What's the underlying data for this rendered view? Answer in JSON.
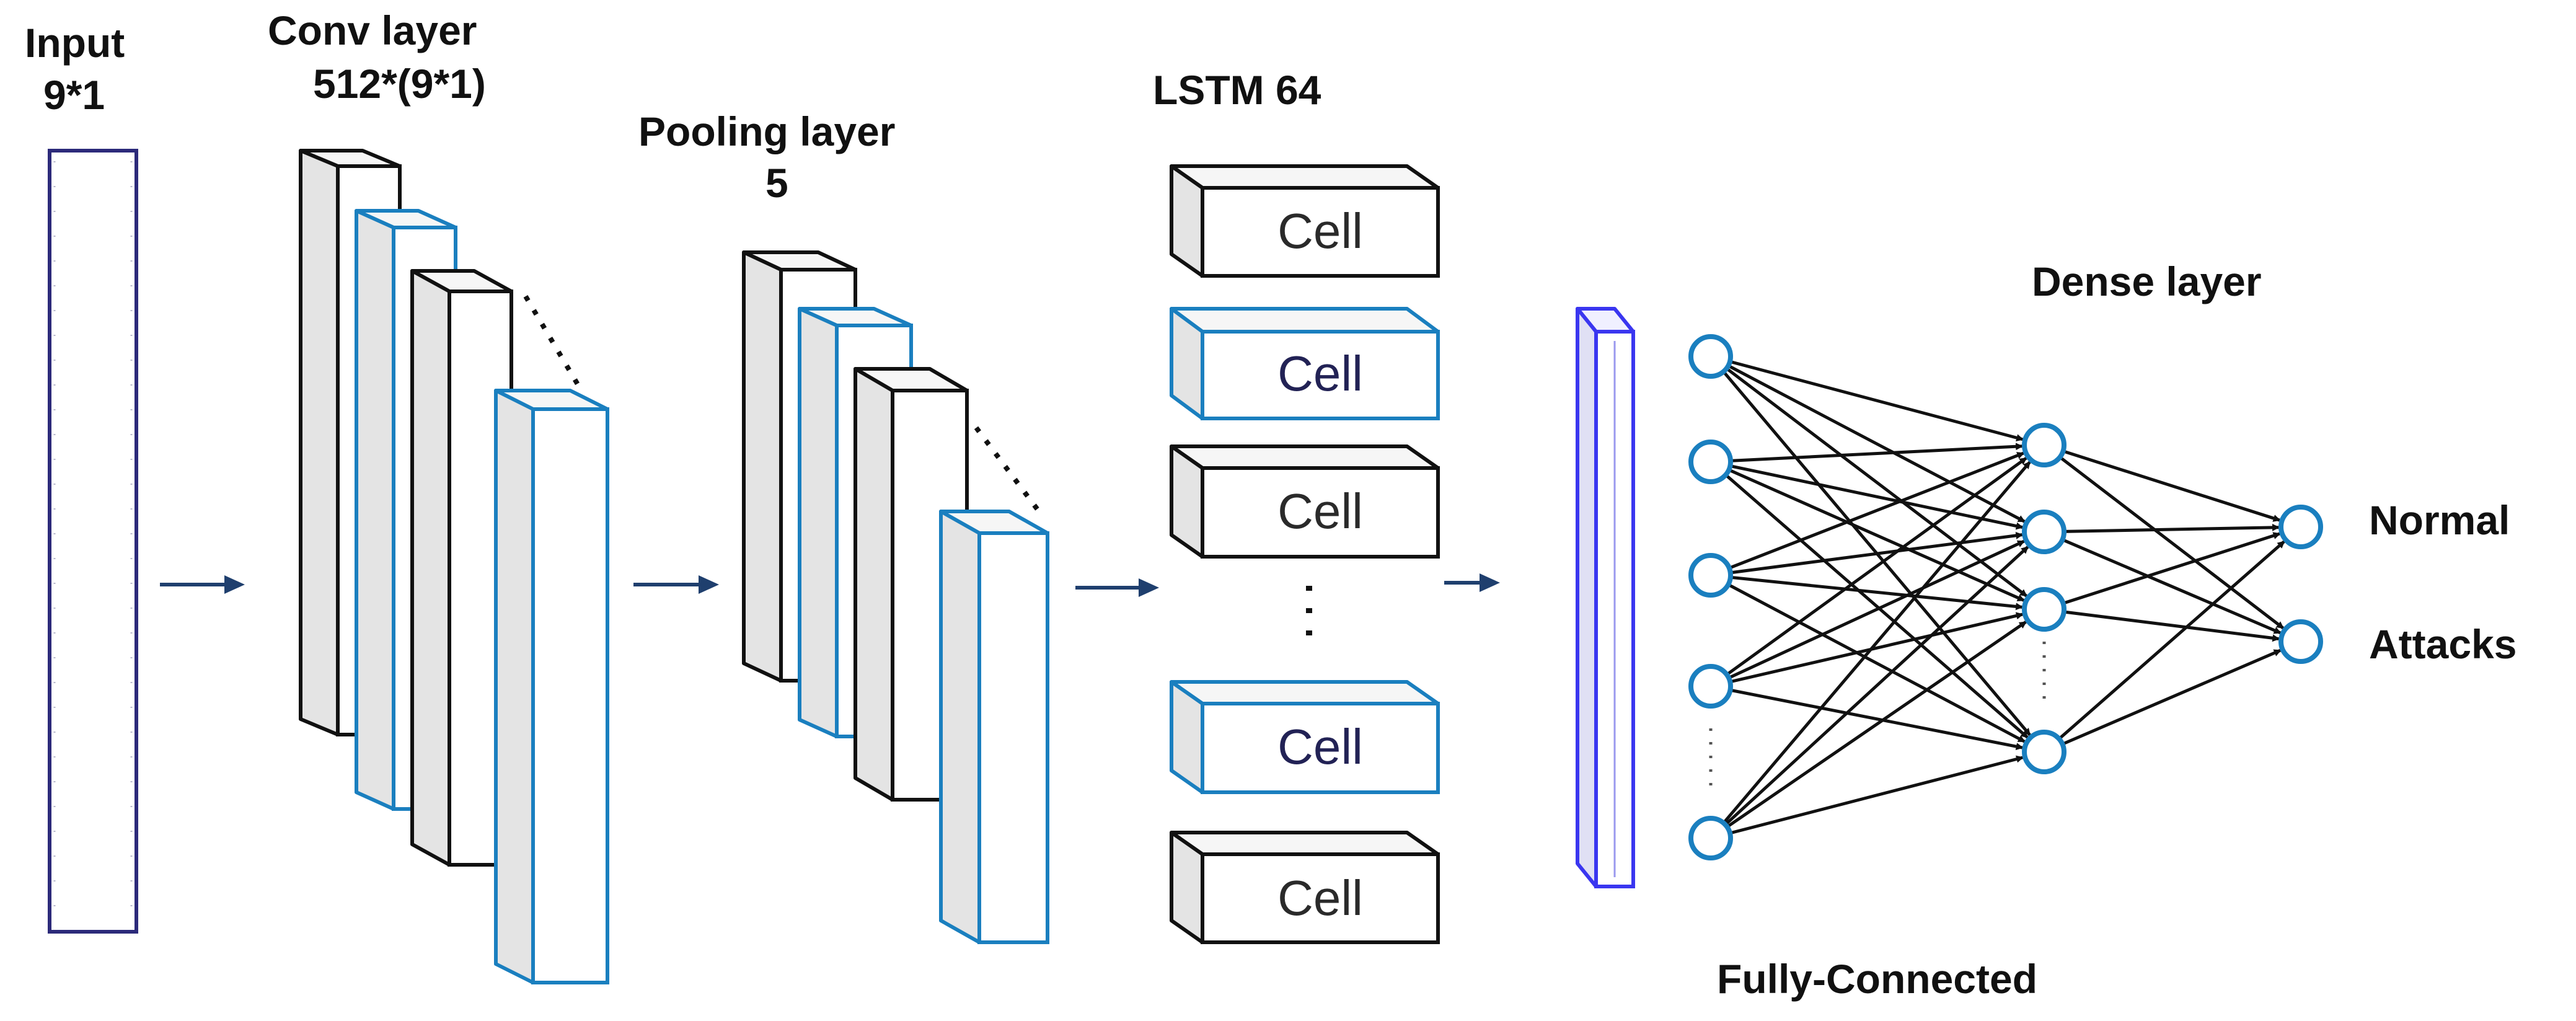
{
  "labels": {
    "input_title": "Input",
    "input_dim": "9*1",
    "conv_title": "Conv layer",
    "conv_dim": "512*(9*1)",
    "pool_title": "Pooling layer",
    "pool_dim": "5",
    "lstm_title": "LSTM 64",
    "dense_title": "Dense layer",
    "fc_title": "Fully-Connected",
    "out_normal": "Normal",
    "out_attacks": "Attacks"
  },
  "lstm_cells": [
    "Cell",
    "Cell",
    "Cell",
    "Cell",
    "Cell"
  ],
  "colors": {
    "black": "#111111",
    "blue": "#1a7fbf",
    "flatten_blue": "#3a36f0",
    "input_border": "#2c2a7a",
    "arrow": "#1f3f6e",
    "side_gray": "#e4e4e4"
  }
}
